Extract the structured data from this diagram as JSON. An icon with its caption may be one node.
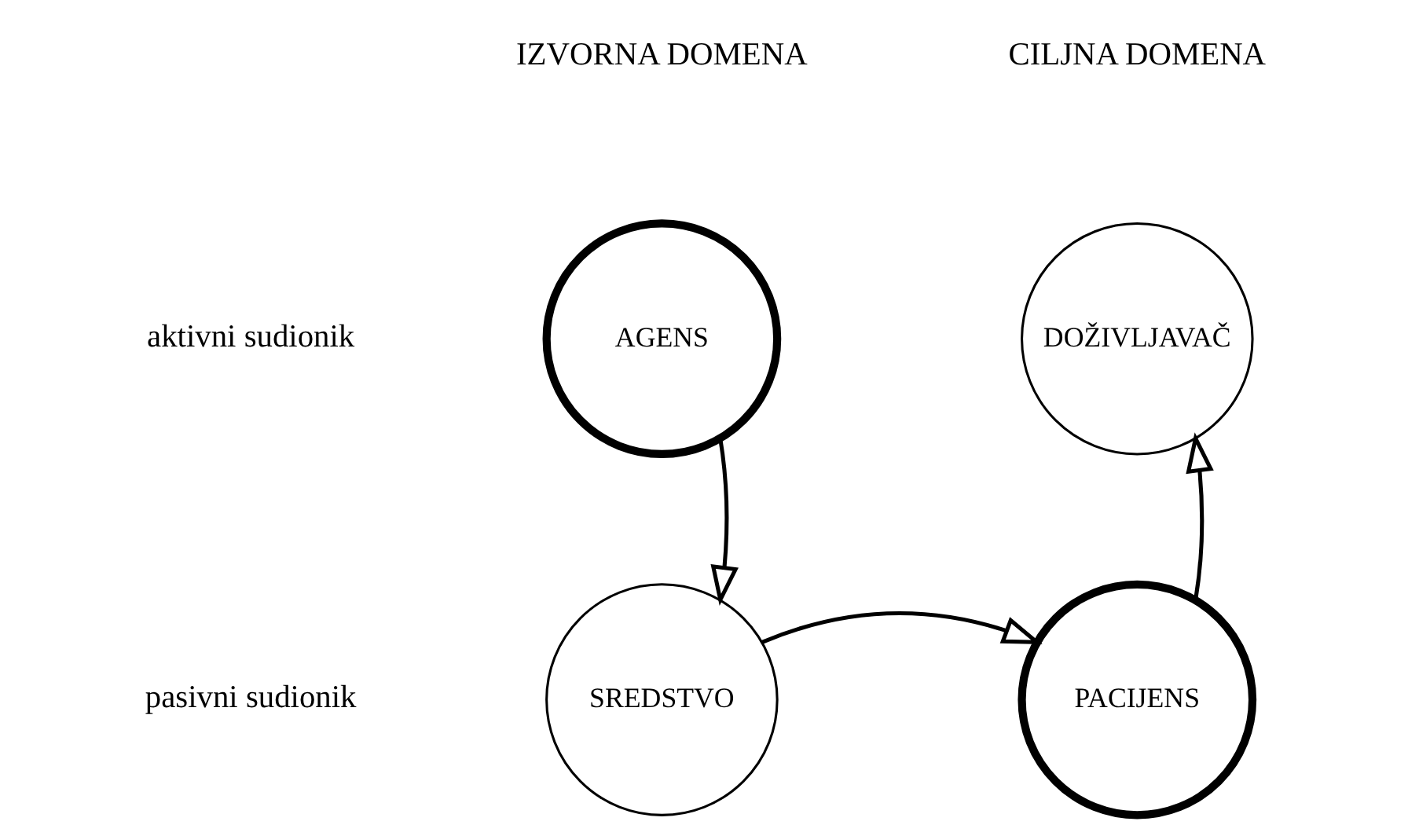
{
  "diagram": {
    "nodes": [
      {
        "text": [
          "AGENS"
        ]
      },
      {
        "text": [
          "DOŽIVLJAVAČ"
        ]
      },
      {
        "text": [
          "SREDSTVO"
        ]
      },
      {
        "text": [
          "PACIJENS"
        ]
      }
    ],
    "edges": [
      {
        "from": 0,
        "to": 2,
        "arrow": "to"
      },
      {
        "from": 2,
        "to": 3,
        "arrow": "to"
      },
      {
        "from": 3,
        "to": 1,
        "arrow": "to"
      }
    ],
    "labels": [
      "IZVORNA DOMENA",
      "CILJNA DOMENA",
      "aktivni sudionik",
      "pasivni sudionik"
    ]
  }
}
